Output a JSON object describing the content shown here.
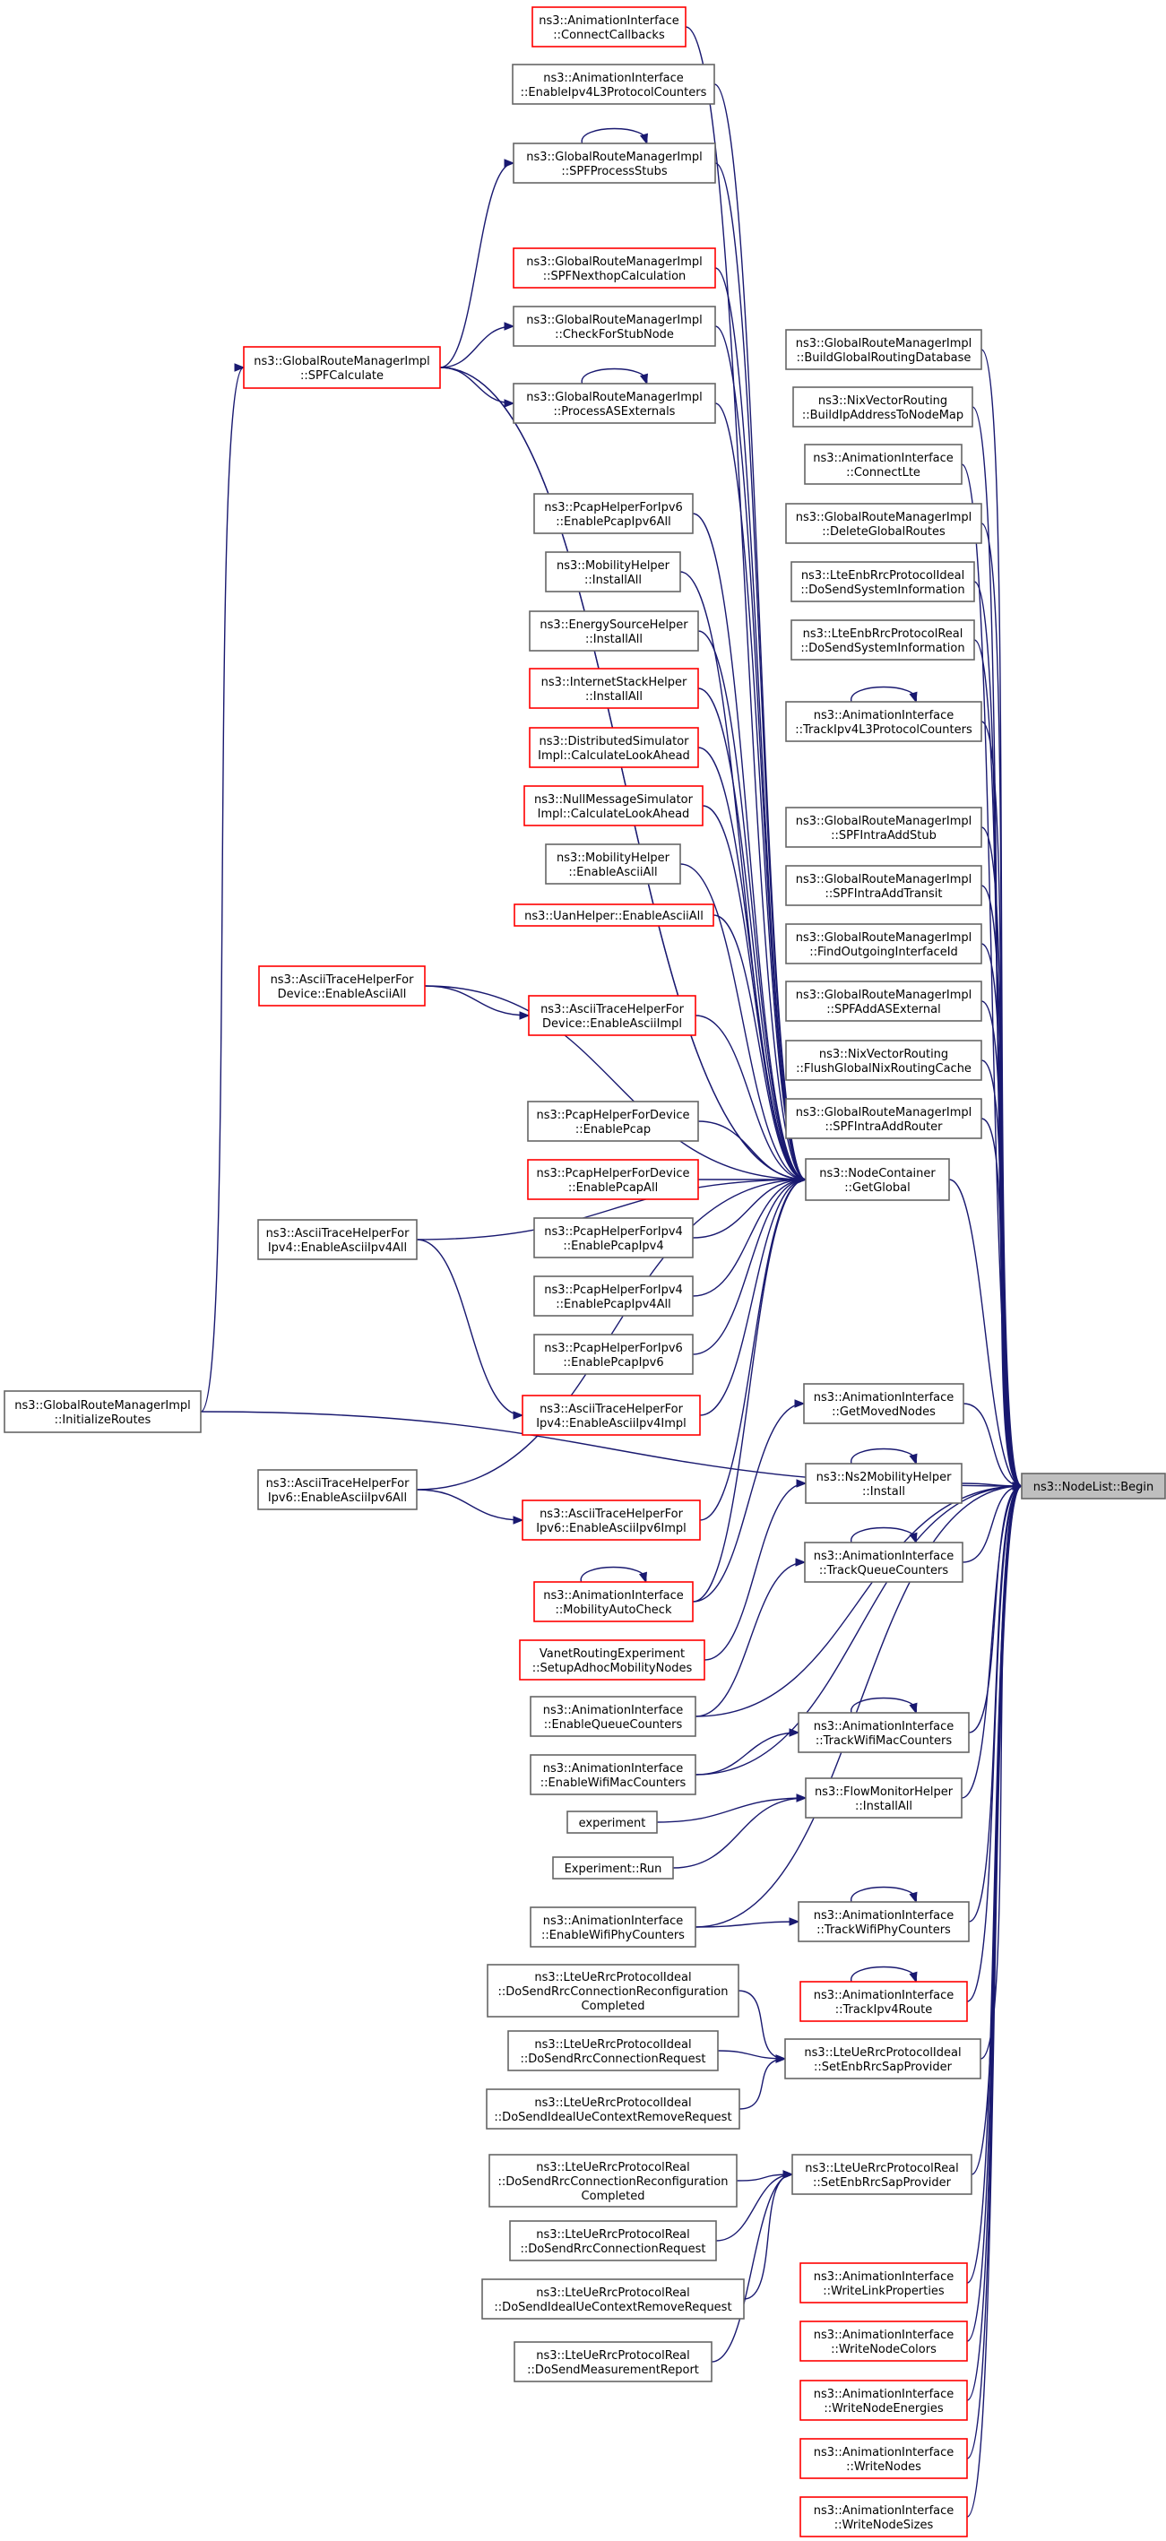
{
  "colors": {
    "edge": "#191970",
    "truncated_border": "#ff0000",
    "normal_border": "#666666",
    "root_fill": "#bfbfbf"
  },
  "nodes": [
    {
      "id": "root",
      "lines": [
        "ns3::NodeList::Begin"
      ],
      "style": "root"
    },
    {
      "id": "getglobal",
      "lines": [
        "ns3::NodeContainer",
        "::GetGlobal"
      ],
      "style": "normal"
    },
    {
      "id": "init",
      "lines": [
        "ns3::GlobalRouteManagerImpl",
        "::InitializeRoutes"
      ],
      "style": "normal"
    },
    {
      "id": "spfcalc",
      "lines": [
        "ns3::GlobalRouteManagerImpl",
        "::SPFCalculate"
      ],
      "style": "truncated"
    },
    {
      "id": "connectcb",
      "lines": [
        "ns3::AnimationInterface",
        "::ConnectCallbacks"
      ],
      "style": "truncated"
    },
    {
      "id": "enipv4l3",
      "lines": [
        "ns3::AnimationInterface",
        "::EnableIpv4L3ProtocolCounters"
      ],
      "style": "normal"
    },
    {
      "id": "spfproc",
      "lines": [
        "ns3::GlobalRouteManagerImpl",
        "::SPFProcessStubs"
      ],
      "style": "normal"
    },
    {
      "id": "spfnexthop",
      "lines": [
        "ns3::GlobalRouteManagerImpl",
        "::SPFNexthopCalculation"
      ],
      "style": "truncated"
    },
    {
      "id": "checkstub",
      "lines": [
        "ns3::GlobalRouteManagerImpl",
        "::CheckForStubNode"
      ],
      "style": "normal"
    },
    {
      "id": "procas",
      "lines": [
        "ns3::GlobalRouteManagerImpl",
        "::ProcessASExternals"
      ],
      "style": "normal"
    },
    {
      "id": "pcapipv6all",
      "lines": [
        "ns3::PcapHelperForIpv6",
        "::EnablePcapIpv6All"
      ],
      "style": "normal"
    },
    {
      "id": "mobinst",
      "lines": [
        "ns3::MobilityHelper",
        "::InstallAll"
      ],
      "style": "normal"
    },
    {
      "id": "energy",
      "lines": [
        "ns3::EnergySourceHelper",
        "::InstallAll"
      ],
      "style": "normal"
    },
    {
      "id": "inetstack",
      "lines": [
        "ns3::InternetStackHelper",
        "::InstallAll"
      ],
      "style": "truncated"
    },
    {
      "id": "distsim",
      "lines": [
        "ns3::DistributedSimulator",
        "Impl::CalculateLookAhead"
      ],
      "style": "truncated"
    },
    {
      "id": "nullmsg",
      "lines": [
        "ns3::NullMessageSimulator",
        "Impl::CalculateLookAhead"
      ],
      "style": "truncated"
    },
    {
      "id": "mobascii",
      "lines": [
        "ns3::MobilityHelper",
        "::EnableAsciiAll"
      ],
      "style": "normal"
    },
    {
      "id": "uanascii",
      "lines": [
        "ns3::UanHelper::EnableAsciiAll"
      ],
      "style": "truncated"
    },
    {
      "id": "devasciiall",
      "lines": [
        "ns3::AsciiTraceHelperFor",
        "Device::EnableAsciiAll"
      ],
      "style": "truncated"
    },
    {
      "id": "devasciiimpl",
      "lines": [
        "ns3::AsciiTraceHelperFor",
        "Device::EnableAsciiImpl"
      ],
      "style": "truncated"
    },
    {
      "id": "devpcap",
      "lines": [
        "ns3::PcapHelperForDevice",
        "::EnablePcap"
      ],
      "style": "normal"
    },
    {
      "id": "devpcapall",
      "lines": [
        "ns3::PcapHelperForDevice",
        "::EnablePcapAll"
      ],
      "style": "truncated"
    },
    {
      "id": "pcapipv4",
      "lines": [
        "ns3::PcapHelperForIpv4",
        "::EnablePcapIpv4"
      ],
      "style": "normal"
    },
    {
      "id": "pcapipv4all",
      "lines": [
        "ns3::PcapHelperForIpv4",
        "::EnablePcapIpv4All"
      ],
      "style": "normal"
    },
    {
      "id": "pcapipv6",
      "lines": [
        "ns3::PcapHelperForIpv6",
        "::EnablePcapIpv6"
      ],
      "style": "normal"
    },
    {
      "id": "ipv4asciiall",
      "lines": [
        "ns3::AsciiTraceHelperFor",
        "Ipv4::EnableAsciiIpv4All"
      ],
      "style": "normal"
    },
    {
      "id": "ipv4asciiimpl",
      "lines": [
        "ns3::AsciiTraceHelperFor",
        "Ipv4::EnableAsciiIpv4Impl"
      ],
      "style": "truncated"
    },
    {
      "id": "ipv6asciiall",
      "lines": [
        "ns3::AsciiTraceHelperFor",
        "Ipv6::EnableAsciiIpv6All"
      ],
      "style": "normal"
    },
    {
      "id": "ipv6asciiimpl",
      "lines": [
        "ns3::AsciiTraceHelperFor",
        "Ipv6::EnableAsciiIpv6Impl"
      ],
      "style": "truncated"
    },
    {
      "id": "mobauto",
      "lines": [
        "ns3::AnimationInterface",
        "::MobilityAutoCheck"
      ],
      "style": "truncated"
    },
    {
      "id": "vanet",
      "lines": [
        "VanetRoutingExperiment",
        "::SetupAdhocMobilityNodes"
      ],
      "style": "truncated"
    },
    {
      "id": "enqueue",
      "lines": [
        "ns3::AnimationInterface",
        "::EnableQueueCounters"
      ],
      "style": "normal"
    },
    {
      "id": "enwifimac",
      "lines": [
        "ns3::AnimationInterface",
        "::EnableWifiMacCounters"
      ],
      "style": "normal"
    },
    {
      "id": "experiment",
      "lines": [
        "experiment"
      ],
      "style": "normal"
    },
    {
      "id": "exprun",
      "lines": [
        "Experiment::Run"
      ],
      "style": "normal"
    },
    {
      "id": "enwifiphy",
      "lines": [
        "ns3::AnimationInterface",
        "::EnableWifiPhyCounters"
      ],
      "style": "normal"
    },
    {
      "id": "idealreconf",
      "lines": [
        "ns3::LteUeRrcProtocolIdeal",
        "::DoSendRrcConnectionReconfiguration",
        "Completed"
      ],
      "style": "normal"
    },
    {
      "id": "idealreq",
      "lines": [
        "ns3::LteUeRrcProtocolIdeal",
        "::DoSendRrcConnectionRequest"
      ],
      "style": "normal"
    },
    {
      "id": "idealremove",
      "lines": [
        "ns3::LteUeRrcProtocolIdeal",
        "::DoSendIdealUeContextRemoveRequest"
      ],
      "style": "normal"
    },
    {
      "id": "realreconf",
      "lines": [
        "ns3::LteUeRrcProtocolReal",
        "::DoSendRrcConnectionReconfiguration",
        "Completed"
      ],
      "style": "normal"
    },
    {
      "id": "realreq",
      "lines": [
        "ns3::LteUeRrcProtocolReal",
        "::DoSendRrcConnectionRequest"
      ],
      "style": "normal"
    },
    {
      "id": "realremove",
      "lines": [
        "ns3::LteUeRrcProtocolReal",
        "::DoSendIdealUeContextRemoveRequest"
      ],
      "style": "normal"
    },
    {
      "id": "realmeas",
      "lines": [
        "ns3::LteUeRrcProtocolReal",
        "::DoSendMeasurementReport"
      ],
      "style": "normal"
    },
    {
      "id": "buildglobal",
      "lines": [
        "ns3::GlobalRouteManagerImpl",
        "::BuildGlobalRoutingDatabase"
      ],
      "style": "normal"
    },
    {
      "id": "nixbuild",
      "lines": [
        "ns3::NixVectorRouting",
        "::BuildIpAddressToNodeMap"
      ],
      "style": "normal"
    },
    {
      "id": "connectlte",
      "lines": [
        "ns3::AnimationInterface",
        "::ConnectLte"
      ],
      "style": "normal"
    },
    {
      "id": "delglobal",
      "lines": [
        "ns3::GlobalRouteManagerImpl",
        "::DeleteGlobalRoutes"
      ],
      "style": "normal"
    },
    {
      "id": "enbideal",
      "lines": [
        "ns3::LteEnbRrcProtocolIdeal",
        "::DoSendSystemInformation"
      ],
      "style": "normal"
    },
    {
      "id": "enbreal",
      "lines": [
        "ns3::LteEnbRrcProtocolReal",
        "::DoSendSystemInformation"
      ],
      "style": "normal"
    },
    {
      "id": "trackipv4l3",
      "lines": [
        "ns3::AnimationInterface",
        "::TrackIpv4L3ProtocolCounters"
      ],
      "style": "normal"
    },
    {
      "id": "spfstub",
      "lines": [
        "ns3::GlobalRouteManagerImpl",
        "::SPFIntraAddStub"
      ],
      "style": "normal"
    },
    {
      "id": "spftransit",
      "lines": [
        "ns3::GlobalRouteManagerImpl",
        "::SPFIntraAddTransit"
      ],
      "style": "normal"
    },
    {
      "id": "findout",
      "lines": [
        "ns3::GlobalRouteManagerImpl",
        "::FindOutgoingInterfaceId"
      ],
      "style": "normal"
    },
    {
      "id": "spfaddas",
      "lines": [
        "ns3::GlobalRouteManagerImpl",
        "::SPFAddASExternal"
      ],
      "style": "normal"
    },
    {
      "id": "nixflush",
      "lines": [
        "ns3::NixVectorRouting",
        "::FlushGlobalNixRoutingCache"
      ],
      "style": "normal"
    },
    {
      "id": "spfrouter",
      "lines": [
        "ns3::GlobalRouteManagerImpl",
        "::SPFIntraAddRouter"
      ],
      "style": "normal"
    },
    {
      "id": "getmoved",
      "lines": [
        "ns3::AnimationInterface",
        "::GetMovedNodes"
      ],
      "style": "normal"
    },
    {
      "id": "ns2mob",
      "lines": [
        "ns3::Ns2MobilityHelper",
        "::Install"
      ],
      "style": "normal"
    },
    {
      "id": "trackqueue",
      "lines": [
        "ns3::AnimationInterface",
        "::TrackQueueCounters"
      ],
      "style": "normal"
    },
    {
      "id": "trackwifimac",
      "lines": [
        "ns3::AnimationInterface",
        "::TrackWifiMacCounters"
      ],
      "style": "normal"
    },
    {
      "id": "flowmon",
      "lines": [
        "ns3::FlowMonitorHelper",
        "::InstallAll"
      ],
      "style": "normal"
    },
    {
      "id": "trackwifiphy",
      "lines": [
        "ns3::AnimationInterface",
        "::TrackWifiPhyCounters"
      ],
      "style": "normal"
    },
    {
      "id": "trackipv4route",
      "lines": [
        "ns3::AnimationInterface",
        "::TrackIpv4Route"
      ],
      "style": "truncated"
    },
    {
      "id": "idealsap",
      "lines": [
        "ns3::LteUeRrcProtocolIdeal",
        "::SetEnbRrcSapProvider"
      ],
      "style": "normal"
    },
    {
      "id": "realsap",
      "lines": [
        "ns3::LteUeRrcProtocolReal",
        "::SetEnbRrcSapProvider"
      ],
      "style": "normal"
    },
    {
      "id": "writelink",
      "lines": [
        "ns3::AnimationInterface",
        "::WriteLinkProperties"
      ],
      "style": "truncated"
    },
    {
      "id": "writecolors",
      "lines": [
        "ns3::AnimationInterface",
        "::WriteNodeColors"
      ],
      "style": "truncated"
    },
    {
      "id": "writeenergies",
      "lines": [
        "ns3::AnimationInterface",
        "::WriteNodeEnergies"
      ],
      "style": "truncated"
    },
    {
      "id": "writenodes",
      "lines": [
        "ns3::AnimationInterface",
        "::WriteNodes"
      ],
      "style": "truncated"
    },
    {
      "id": "writesizes",
      "lines": [
        "ns3::AnimationInterface",
        "::WriteNodeSizes"
      ],
      "style": "truncated"
    }
  ],
  "edges": [
    [
      "init",
      "spfcalc"
    ],
    [
      "spfcalc",
      "spfproc"
    ],
    [
      "spfcalc",
      "checkstub"
    ],
    [
      "spfcalc",
      "procas"
    ],
    [
      "spfproc",
      "spfproc"
    ],
    [
      "procas",
      "procas"
    ],
    [
      "trackipv4l3",
      "trackipv4l3"
    ],
    [
      "ns2mob",
      "ns2mob"
    ],
    [
      "trackqueue",
      "trackqueue"
    ],
    [
      "trackwifimac",
      "trackwifimac"
    ],
    [
      "trackwifiphy",
      "trackwifiphy"
    ],
    [
      "trackipv4route",
      "trackipv4route"
    ],
    [
      "mobauto",
      "mobauto"
    ],
    [
      "connectcb",
      "getglobal"
    ],
    [
      "enipv4l3",
      "getglobal"
    ],
    [
      "spfproc",
      "getglobal"
    ],
    [
      "spfnexthop",
      "getglobal"
    ],
    [
      "checkstub",
      "getglobal"
    ],
    [
      "procas",
      "getglobal"
    ],
    [
      "spfcalc",
      "getglobal"
    ],
    [
      "pcapipv6all",
      "getglobal"
    ],
    [
      "mobinst",
      "getglobal"
    ],
    [
      "energy",
      "getglobal"
    ],
    [
      "inetstack",
      "getglobal"
    ],
    [
      "distsim",
      "getglobal"
    ],
    [
      "nullmsg",
      "getglobal"
    ],
    [
      "mobascii",
      "getglobal"
    ],
    [
      "uanascii",
      "getglobal"
    ],
    [
      "devasciiall",
      "getglobal"
    ],
    [
      "devasciiall",
      "devasciiimpl"
    ],
    [
      "devasciiimpl",
      "getglobal"
    ],
    [
      "devpcap",
      "getglobal"
    ],
    [
      "devpcapall",
      "getglobal"
    ],
    [
      "pcapipv4",
      "getglobal"
    ],
    [
      "pcapipv4all",
      "getglobal"
    ],
    [
      "pcapipv6",
      "getglobal"
    ],
    [
      "ipv4asciiall",
      "getglobal"
    ],
    [
      "ipv4asciiall",
      "ipv4asciiimpl"
    ],
    [
      "ipv4asciiimpl",
      "getglobal"
    ],
    [
      "ipv6asciiall",
      "getglobal"
    ],
    [
      "ipv6asciiall",
      "ipv6asciiimpl"
    ],
    [
      "ipv6asciiimpl",
      "getglobal"
    ],
    [
      "mobauto",
      "getglobal"
    ],
    [
      "getglobal",
      "root"
    ],
    [
      "init",
      "root"
    ],
    [
      "buildglobal",
      "root"
    ],
    [
      "nixbuild",
      "root"
    ],
    [
      "connectlte",
      "root"
    ],
    [
      "delglobal",
      "root"
    ],
    [
      "enbideal",
      "root"
    ],
    [
      "enbreal",
      "root"
    ],
    [
      "trackipv4l3",
      "root"
    ],
    [
      "spfstub",
      "root"
    ],
    [
      "spftransit",
      "root"
    ],
    [
      "findout",
      "root"
    ],
    [
      "spfaddas",
      "root"
    ],
    [
      "nixflush",
      "root"
    ],
    [
      "spfrouter",
      "root"
    ],
    [
      "getmoved",
      "root"
    ],
    [
      "ns2mob",
      "root"
    ],
    [
      "trackqueue",
      "root"
    ],
    [
      "trackwifimac",
      "root"
    ],
    [
      "flowmon",
      "root"
    ],
    [
      "trackwifiphy",
      "root"
    ],
    [
      "trackipv4route",
      "root"
    ],
    [
      "idealsap",
      "root"
    ],
    [
      "realsap",
      "root"
    ],
    [
      "writelink",
      "root"
    ],
    [
      "writecolors",
      "root"
    ],
    [
      "writeenergies",
      "root"
    ],
    [
      "writenodes",
      "root"
    ],
    [
      "writesizes",
      "root"
    ],
    [
      "mobauto",
      "getmoved"
    ],
    [
      "vanet",
      "ns2mob"
    ],
    [
      "enqueue",
      "trackqueue"
    ],
    [
      "enqueue",
      "root"
    ],
    [
      "enwifimac",
      "trackwifimac"
    ],
    [
      "enwifimac",
      "root"
    ],
    [
      "experiment",
      "flowmon"
    ],
    [
      "exprun",
      "flowmon"
    ],
    [
      "enwifiphy",
      "trackwifiphy"
    ],
    [
      "enwifiphy",
      "root"
    ],
    [
      "idealreconf",
      "idealsap"
    ],
    [
      "idealreq",
      "idealsap"
    ],
    [
      "idealremove",
      "idealsap"
    ],
    [
      "realreconf",
      "realsap"
    ],
    [
      "realreq",
      "realsap"
    ],
    [
      "realremove",
      "realsap"
    ],
    [
      "realmeas",
      "realsap"
    ],
    [
      "spfcalc",
      "getglobal"
    ]
  ]
}
